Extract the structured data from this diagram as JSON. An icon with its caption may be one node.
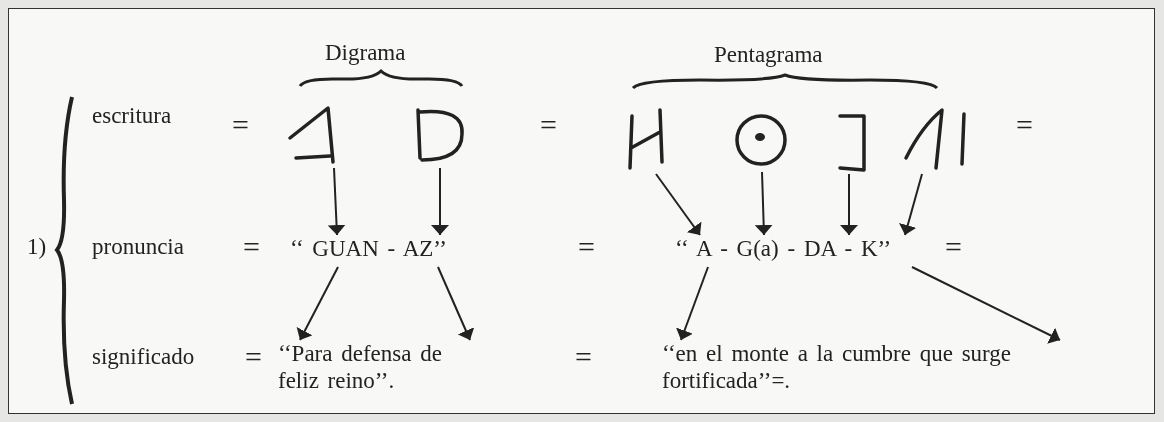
{
  "diagram": {
    "nodes": [
      {
        "text": [],
        "shape": "symbol"
      },
      {
        "text": [],
        "shape": "symbol"
      },
      {
        "text": [],
        "shape": "symbol"
      },
      {
        "text": [],
        "shape": "symbol"
      },
      {
        "text": [],
        "shape": "symbol"
      },
      {
        "text": [],
        "shape": "symbol"
      },
      {
        "text": [
          "‘‘ GUAN - AZ’’"
        ]
      },
      {
        "text": [
          "‘‘ A - G(a) - DA - K’’"
        ]
      },
      {
        "text": [
          "‘‘Para defensa de feliz reino’’."
        ]
      },
      {
        "text": [
          "‘‘en el monte a la cumbre que surge fortificada’’=."
        ]
      }
    ],
    "edges": [
      {
        "from": 0,
        "to": 6,
        "arrow": "to"
      },
      {
        "from": 1,
        "to": 6,
        "arrow": "to"
      },
      {
        "from": 6,
        "to": 8,
        "arrow": "to"
      },
      {
        "from": 6,
        "to": 8,
        "arrow": "to"
      },
      {
        "from": 2,
        "to": 7,
        "arrow": "to"
      },
      {
        "from": 3,
        "to": 7,
        "arrow": "to"
      },
      {
        "from": 4,
        "to": 7,
        "arrow": "to"
      },
      {
        "from": 5,
        "to": 7,
        "arrow": "to"
      },
      {
        "from": 7,
        "to": 9,
        "arrow": "to"
      },
      {
        "from": 7,
        "to": 9,
        "arrow": "to"
      }
    ],
    "labels": [
      "Digrama",
      "Pentagrama",
      "escritura",
      "=",
      "=",
      "=",
      "1)",
      "pronuncia",
      "=",
      "=",
      "=",
      "significado",
      "=",
      "="
    ]
  }
}
